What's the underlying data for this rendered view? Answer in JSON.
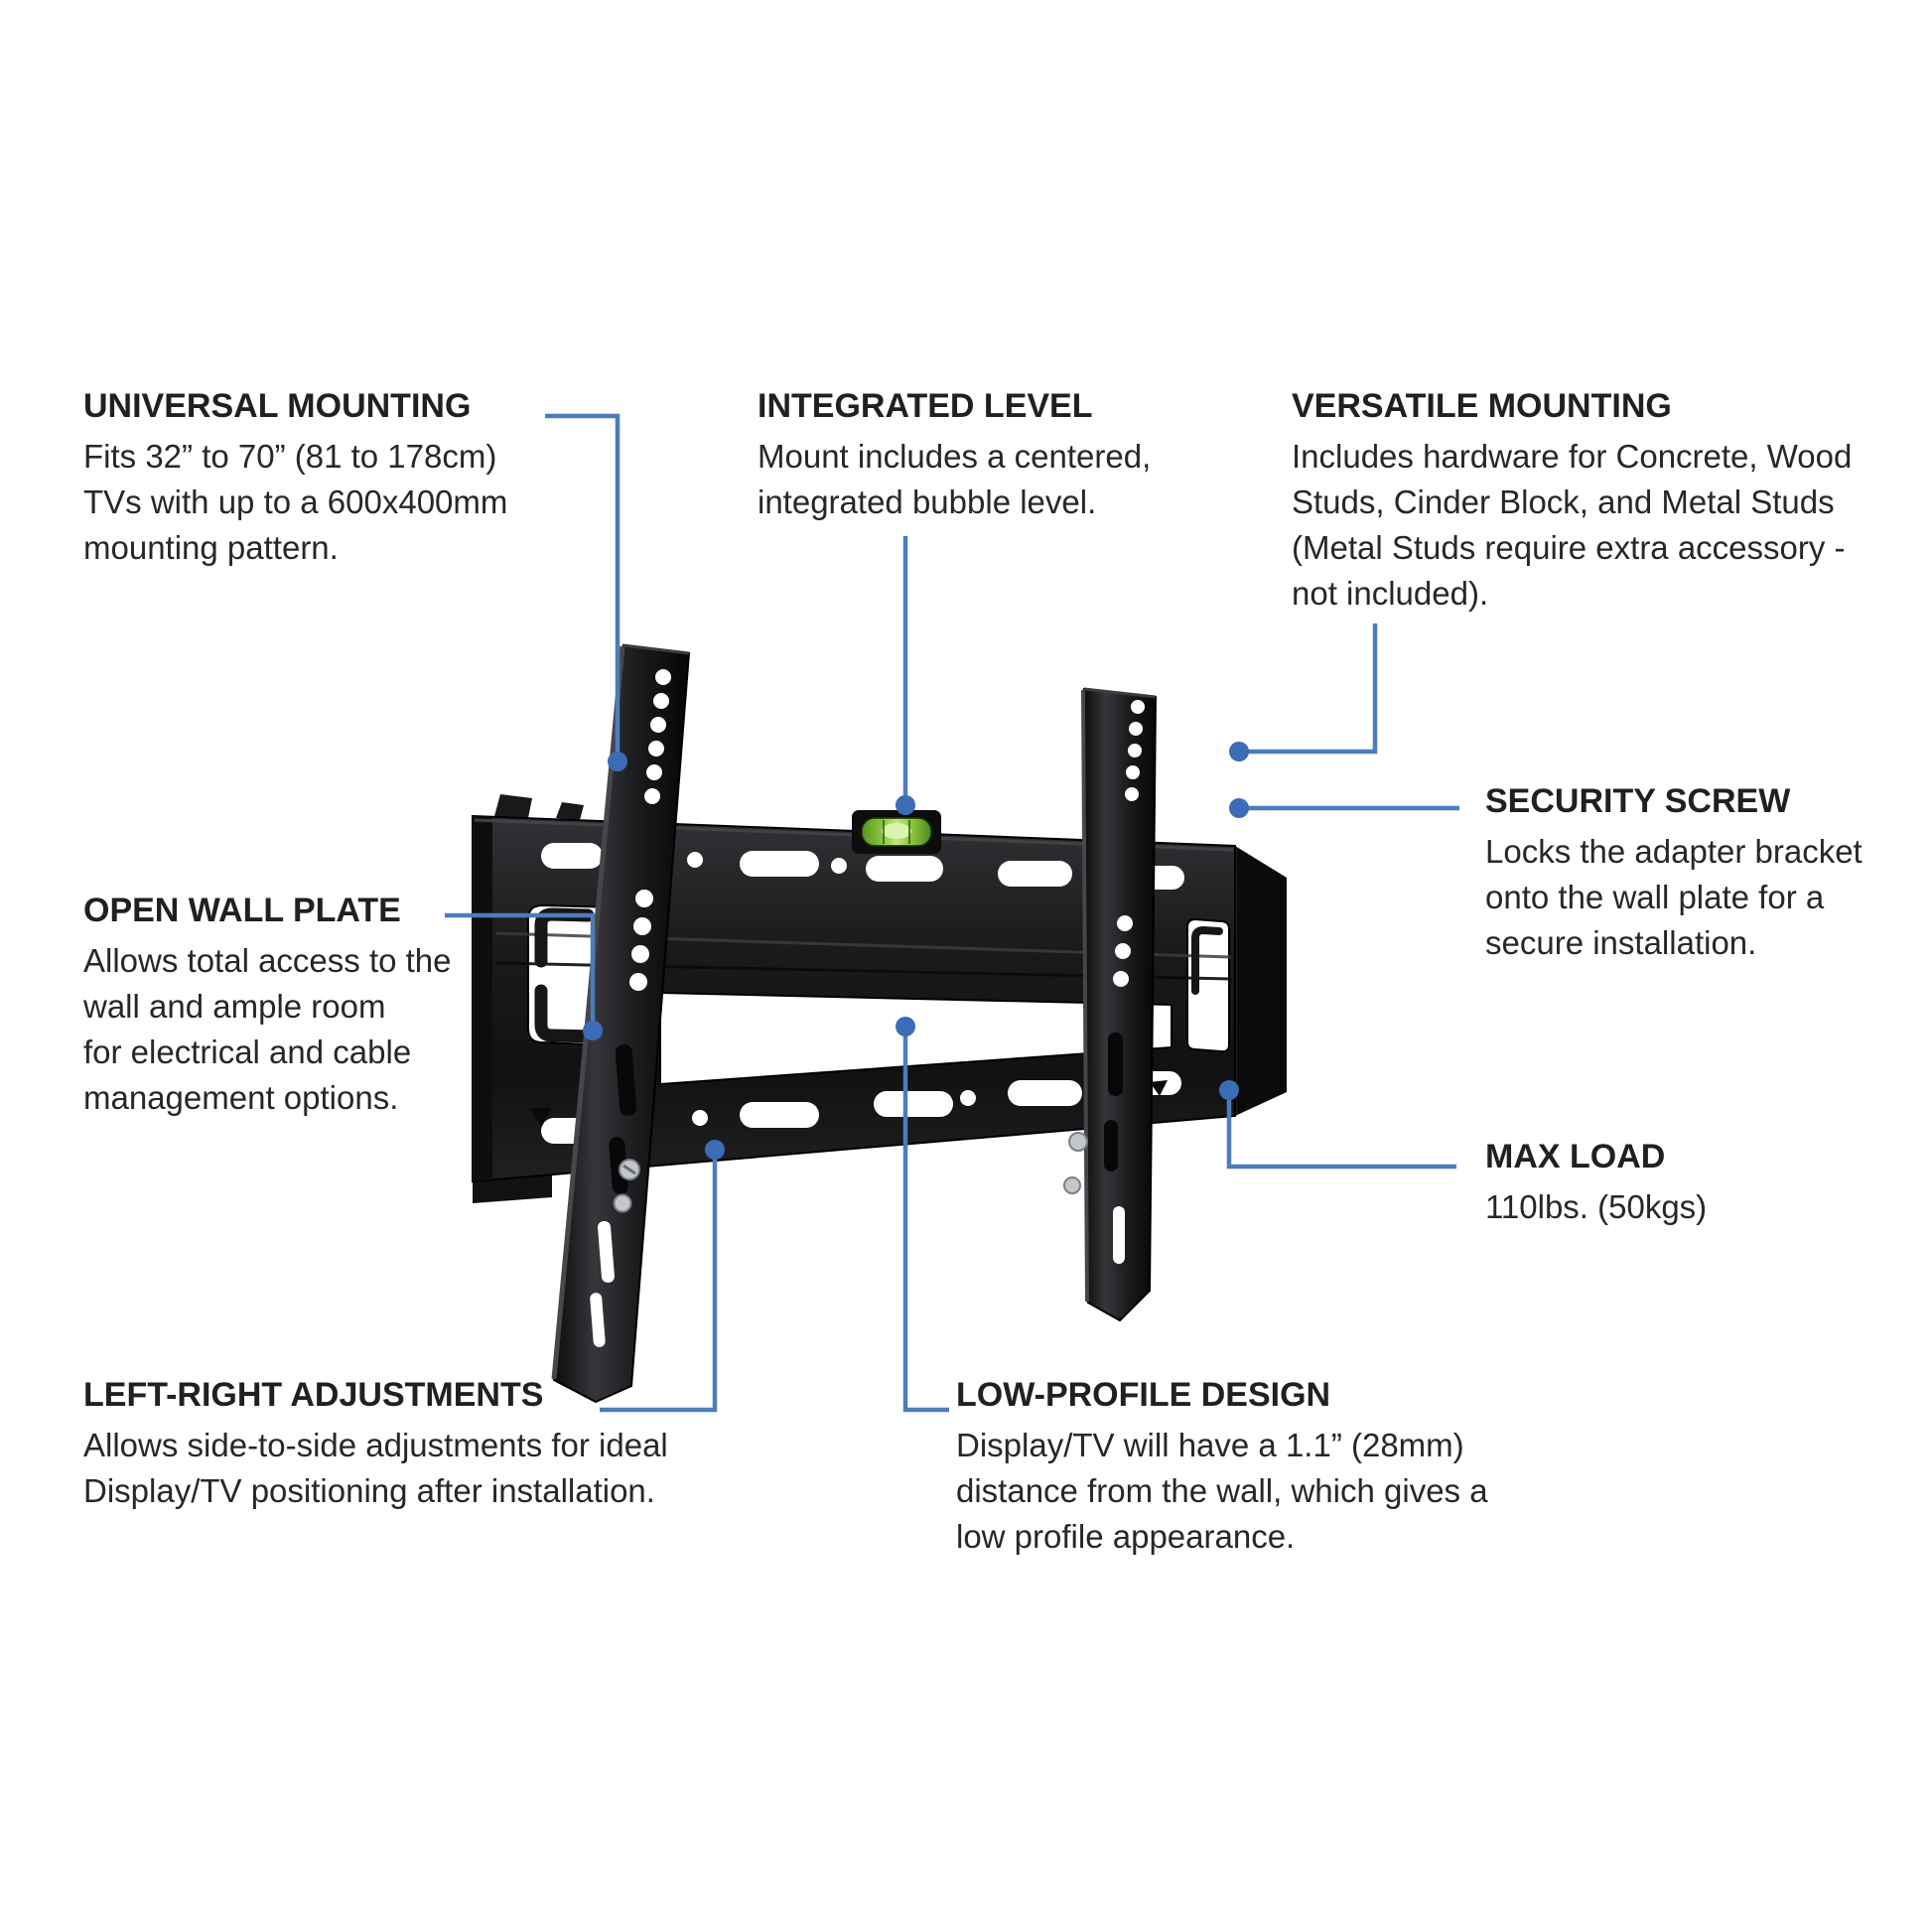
{
  "diagram": {
    "subject": "fixed low-profile TV wall mount with callout annotations",
    "colors": {
      "background": "#ffffff",
      "text": "#221f20",
      "connector_line": "#4d7cba",
      "connector_dot": "#3b6cb5",
      "mount_black": "#1a1a1c",
      "level_green": "#8cc63e",
      "screw_silver": "#c3c6ca"
    },
    "callouts": [
      {
        "id": "universal-mounting",
        "title": "UNIVERSAL MOUNTING",
        "body": "Fits 32” to 70” (81 to 178cm)\nTVs with up to a 600x400mm\nmounting pattern."
      },
      {
        "id": "integrated-level",
        "title": "INTEGRATED LEVEL",
        "body": "Mount includes a centered,\nintegrated bubble level."
      },
      {
        "id": "versatile-mounting",
        "title": "VERSATILE MOUNTING",
        "body": "Includes hardware for Concrete, Wood\nStuds, Cinder Block, and Metal Studs\n(Metal Studs require extra accessory -\nnot included)."
      },
      {
        "id": "open-wall-plate",
        "title": "OPEN WALL PLATE",
        "body": "Allows total access to the\nwall and ample room\nfor electrical and cable\nmanagement options."
      },
      {
        "id": "security-screw",
        "title": "SECURITY SCREW",
        "body": "Locks the adapter bracket\nonto the wall plate for a\nsecure installation."
      },
      {
        "id": "max-load",
        "title": "MAX LOAD",
        "body": "110lbs. (50kgs)"
      },
      {
        "id": "left-right-adjustments",
        "title": "LEFT-RIGHT ADJUSTMENTS",
        "body": "Allows side-to-side adjustments for ideal\nDisplay/TV positioning after installation."
      },
      {
        "id": "low-profile-design",
        "title": "LOW-PROFILE DESIGN",
        "body": "Display/TV will have a 1.1” (28mm)\ndistance from the wall, which gives a\nlow profile appearance."
      }
    ]
  }
}
